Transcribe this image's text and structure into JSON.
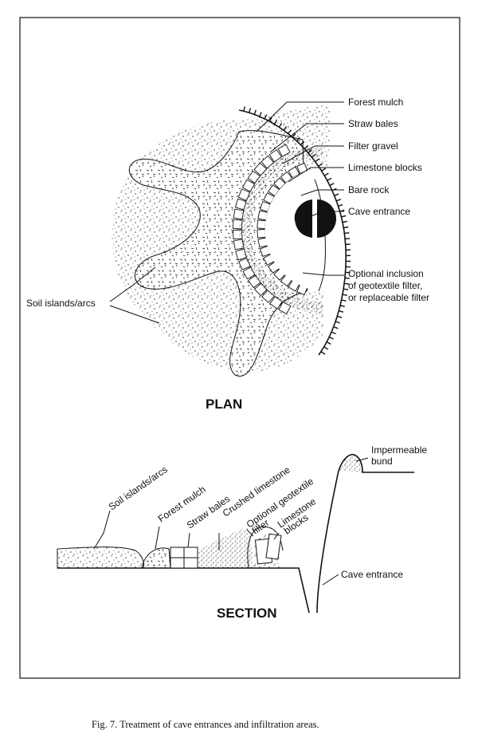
{
  "plan": {
    "heading": "PLAN",
    "labels": {
      "forest_mulch": "Forest mulch",
      "straw_bales": "Straw bales",
      "filter_gravel": "Filter gravel",
      "limestone_blocks": "Limestone blocks",
      "bare_rock": "Bare rock",
      "cave_entrance": "Cave entrance",
      "optional_1": "Optional inclusion",
      "optional_2": "of geotextile filter,",
      "optional_3": "or replaceable filter",
      "soil_islands": "Soil islands/arcs"
    }
  },
  "section": {
    "heading": "SECTION",
    "labels": {
      "impermeable_1": "Impermeable",
      "impermeable_2": "bund",
      "soil_islands": "Soil islands/arcs",
      "forest_mulch": "Forest mulch",
      "straw_bales": "Straw bales",
      "crushed_limestone": "Crushed limestone",
      "optional_geotextile_1": "Optional geotextile",
      "optional_geotextile_2": "filter",
      "limestone_blocks_1": "Limestone",
      "limestone_blocks_2": "blocks",
      "cave_entrance": "Cave entrance"
    }
  },
  "caption": "Fig. 7.  Treatment of cave entrances and infiltration areas."
}
